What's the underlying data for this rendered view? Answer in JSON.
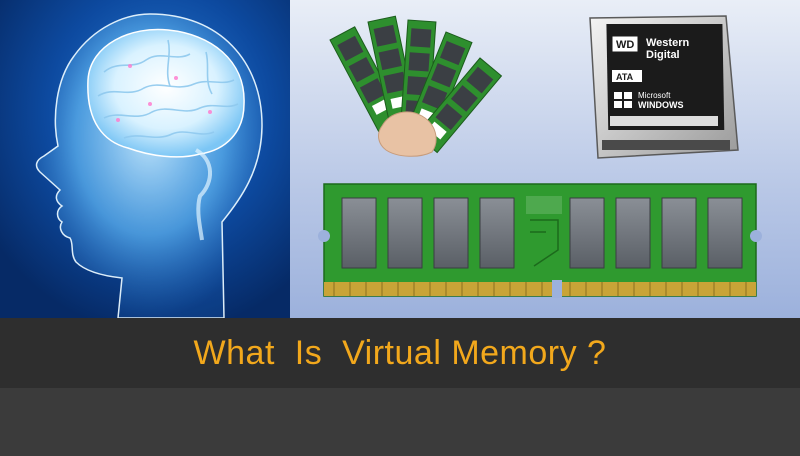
{
  "caption": {
    "title": "What  Is  Virtual Memory ?"
  },
  "hard_drive": {
    "logo_letters": "WD",
    "brand_line_1": "Western",
    "brand_line_2": "Digital",
    "interface_badge": "ATA",
    "os_line_1": "Microsoft",
    "os_line_2": "WINDOWS"
  },
  "colors": {
    "caption_text": "#f2a81c",
    "caption_bar": "#2e2e2e",
    "brain_background": "#0b3f8f",
    "ram_pcb": "#2f9a2f",
    "ram_chip": "#6f747a",
    "gold_contacts": "#c9a437"
  },
  "icons": [
    "brain-illustration",
    "ram-sticks-in-hand",
    "hard-drive",
    "ram-module"
  ]
}
